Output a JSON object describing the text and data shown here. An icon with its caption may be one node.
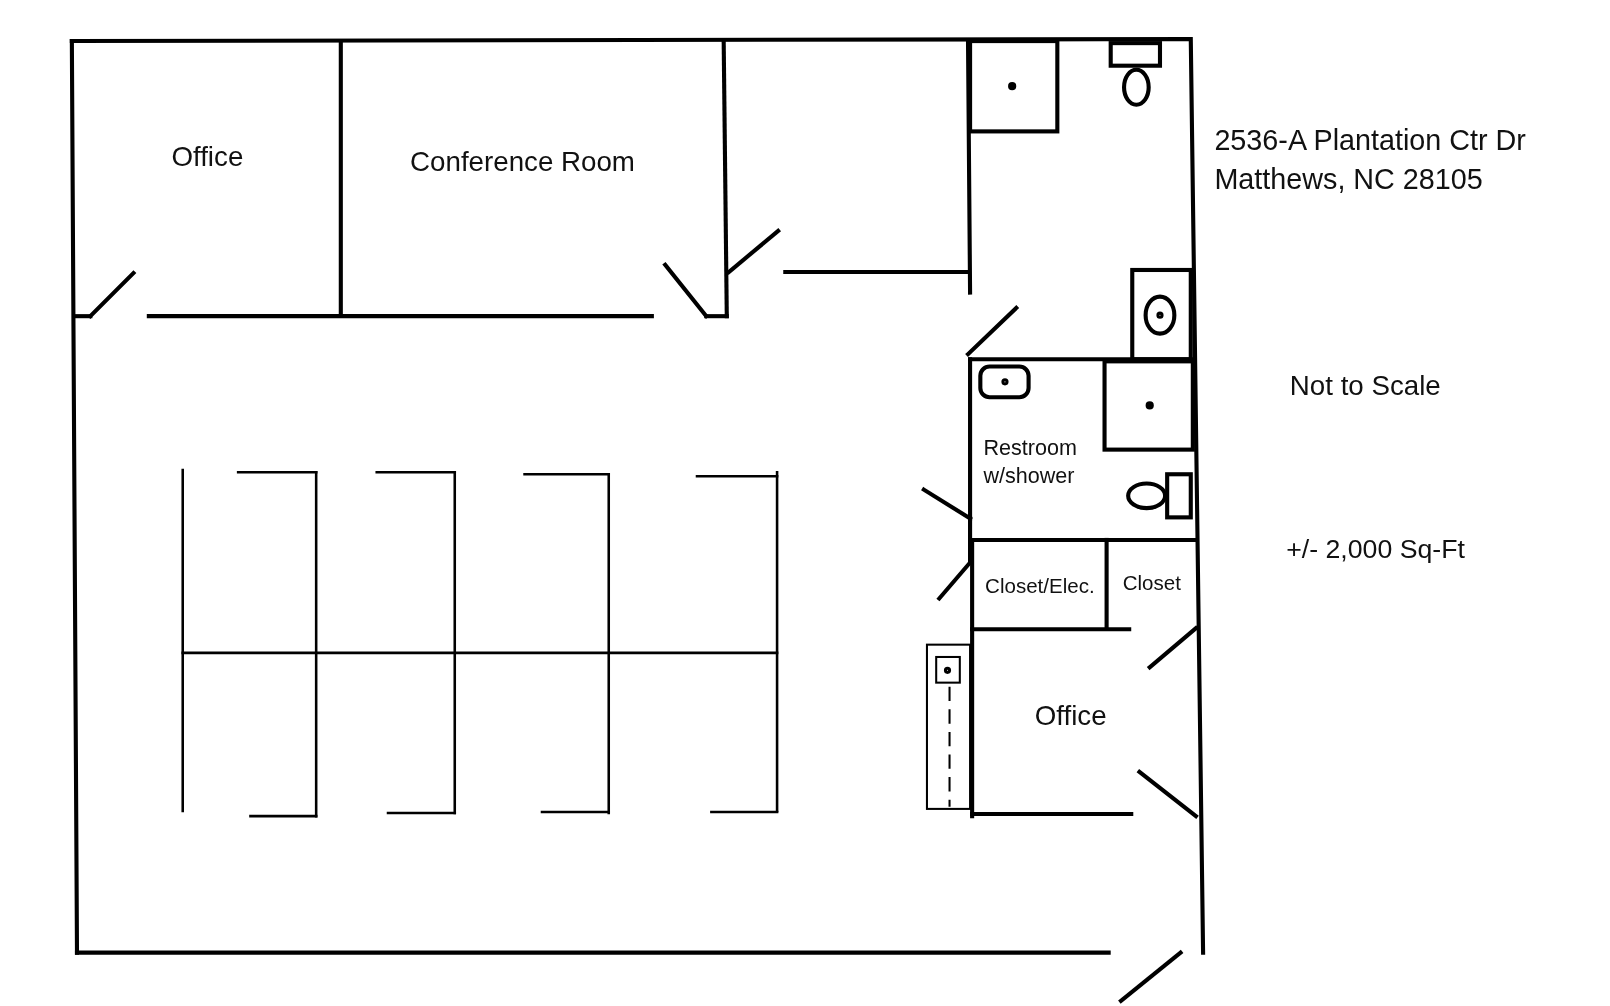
{
  "diagram": {
    "labels": [
      "Office",
      "Conference Room",
      "2536-A Plantation Ctr Dr Matthews, NC 28105",
      "Not to Scale",
      "Restroom w/shower",
      "+/- 2,000 Sq-Ft",
      "Closet/Elec.",
      "Closet",
      "Office"
    ]
  }
}
